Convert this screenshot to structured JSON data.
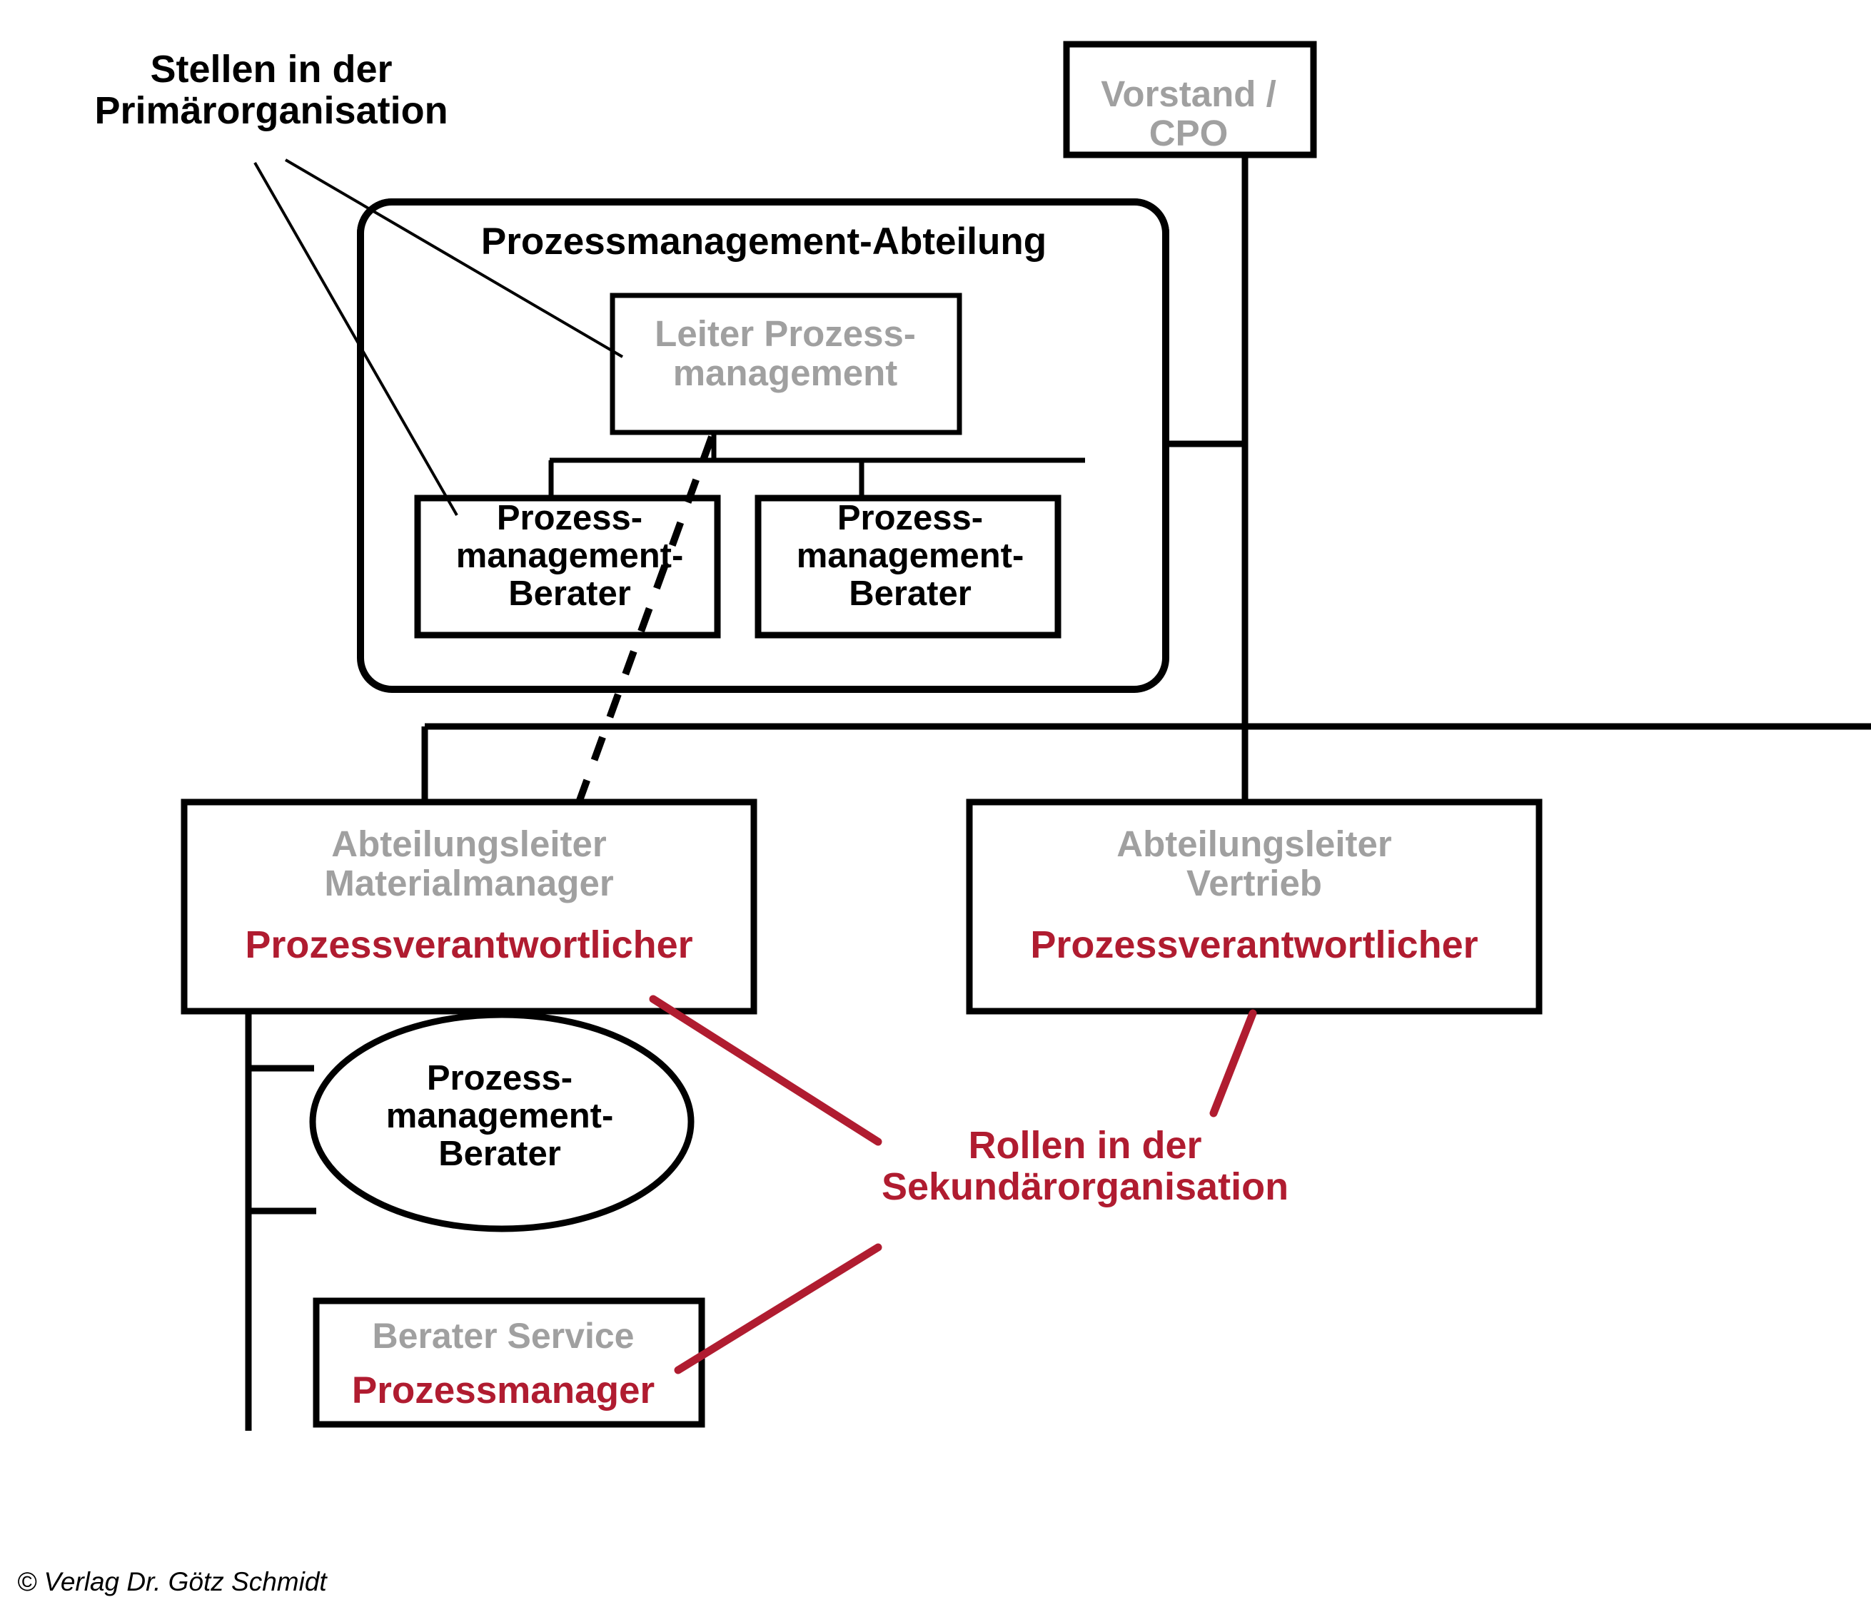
{
  "figure": {
    "type": "organizational-diagram",
    "language": "de",
    "copyright": "© Verlag Dr. Götz Schmidt"
  },
  "annotations": {
    "primary_label": "Stellen in der\nPrimärorganisation",
    "secondary_label": "Rollen in der\nSekundärorganisation"
  },
  "colors": {
    "primary_text": "#000000",
    "position_text": "#A0A0A0",
    "role_accent": "#B01C30",
    "line": "#000000"
  },
  "nodes": {
    "vorstand": {
      "position": "Vorstand / CPO",
      "style": "gray-position"
    },
    "department": {
      "title": "Prozessmanagement-Abteilung",
      "style": "rounded-container"
    },
    "leiter": {
      "position": "Leiter Prozess-\nmanagement",
      "style": "gray-position"
    },
    "berater_1": {
      "position": "Prozess-\nmanagement-\nBerater",
      "style": "black-position"
    },
    "berater_2": {
      "position": "Prozess-\nmanagement-\nBerater",
      "style": "black-position"
    },
    "material": {
      "position": "Abteilungsleiter\nMaterialmanager",
      "role": "Prozessverantwortlicher",
      "style": "gray-position-with-red-role"
    },
    "vertrieb": {
      "position": "Abteilungsleiter\nVertrieb",
      "role": "Prozessverantwortlicher",
      "style": "gray-position-with-red-role"
    },
    "berater_ellipse": {
      "position": "Prozess-\nmanagement-\nBerater",
      "style": "black-ellipse"
    },
    "service": {
      "position": "Berater Service",
      "role": "Prozessmanager",
      "style": "gray-position-with-red-role"
    }
  }
}
